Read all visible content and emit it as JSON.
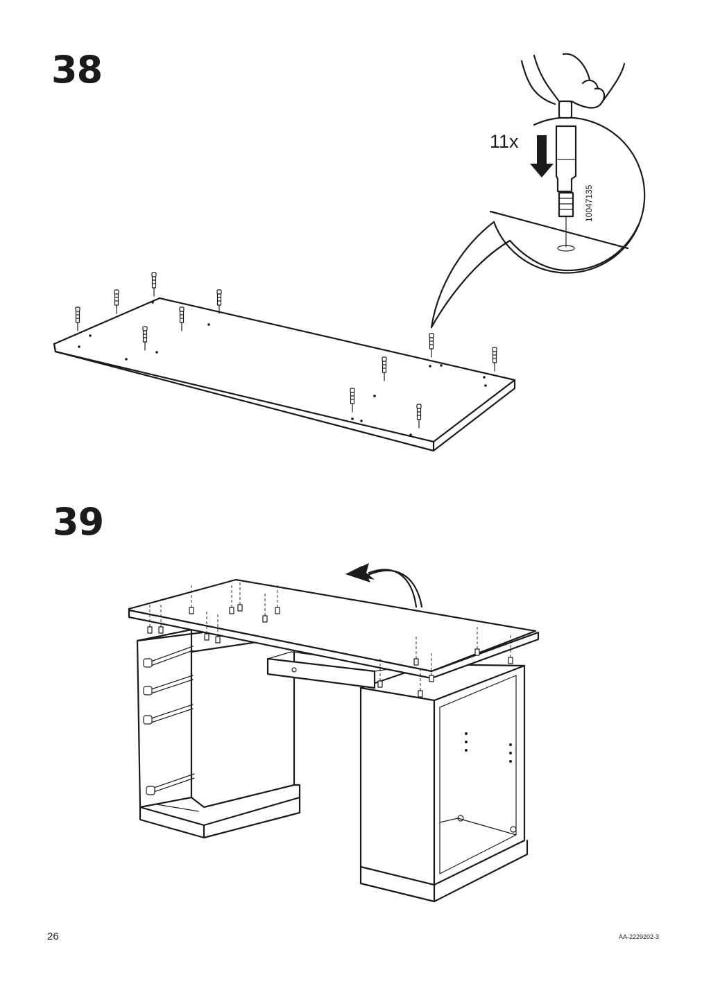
{
  "steps": [
    {
      "number": "38",
      "quantity_label": "11x",
      "part_number": "10047135"
    },
    {
      "number": "39"
    }
  ],
  "footer": {
    "page_number": "26",
    "document_code": "AA-2229202-3"
  }
}
